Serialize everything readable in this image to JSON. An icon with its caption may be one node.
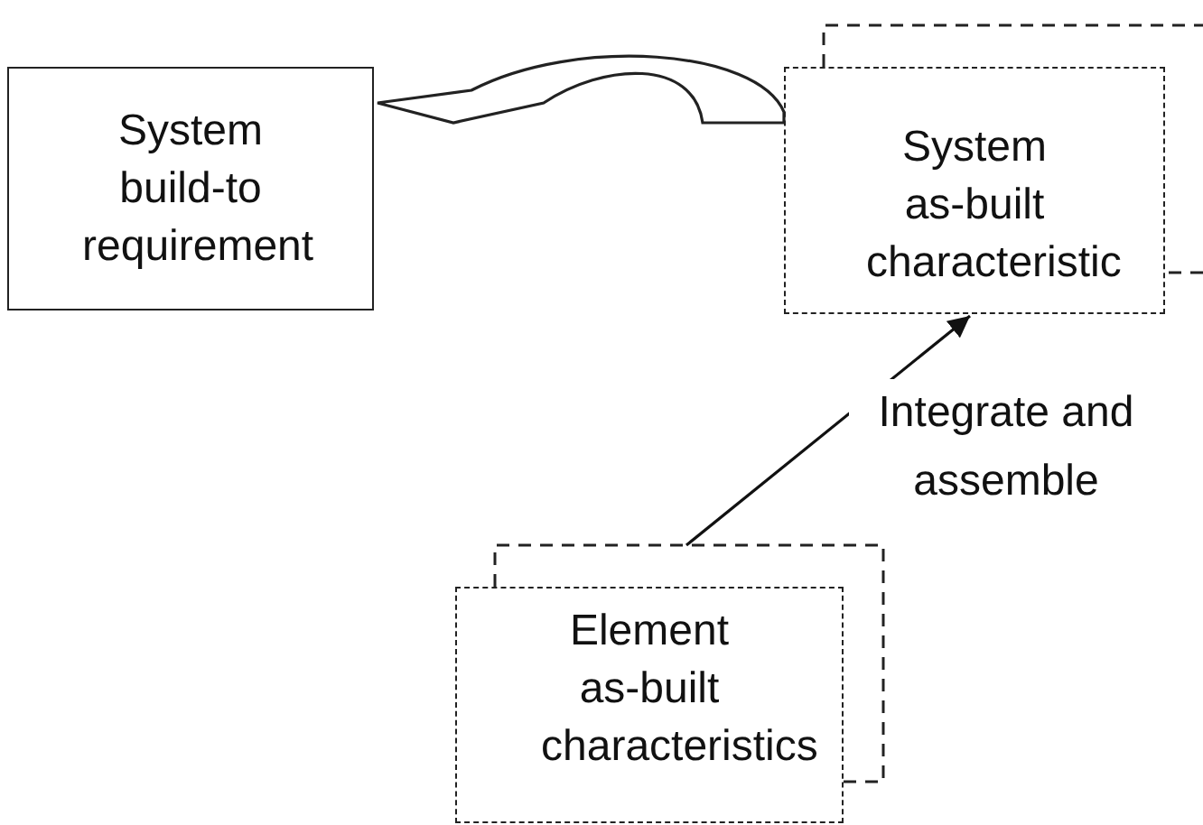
{
  "diagram": {
    "nodes": [
      {
        "text": [
          "System build-to requirement"
        ]
      },
      {
        "text": [
          "System as-built characteristic"
        ]
      },
      {
        "text": [
          "Element as-built characteristics"
        ]
      }
    ],
    "edges": [
      {
        "from": 1,
        "to": 0,
        "arrow": "to",
        "style": "thick"
      },
      {
        "from": 2,
        "to": 1,
        "arrow": "to",
        "label": "Integrate and assemble"
      }
    ]
  }
}
